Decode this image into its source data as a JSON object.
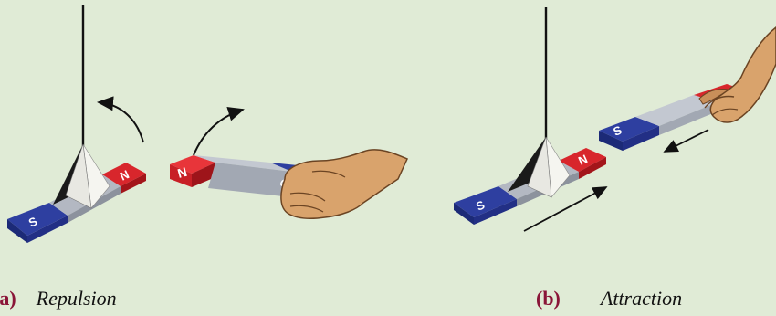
{
  "captions": {
    "a": {
      "label": "(a)",
      "text": "Repulsion"
    },
    "b": {
      "label": "(b)",
      "text": "Attraction"
    }
  },
  "poles": {
    "north": "N",
    "south": "S"
  },
  "colors": {
    "background": "#e0ebd6",
    "north_pole": "#d8262c",
    "south_pole": "#2e3fa0",
    "magnet_body": "#a7aeb9",
    "caption_label": "#8a1538",
    "skin": "#d9a36c"
  },
  "icons": [
    "curved-arrow-icon",
    "straight-arrow-icon"
  ]
}
